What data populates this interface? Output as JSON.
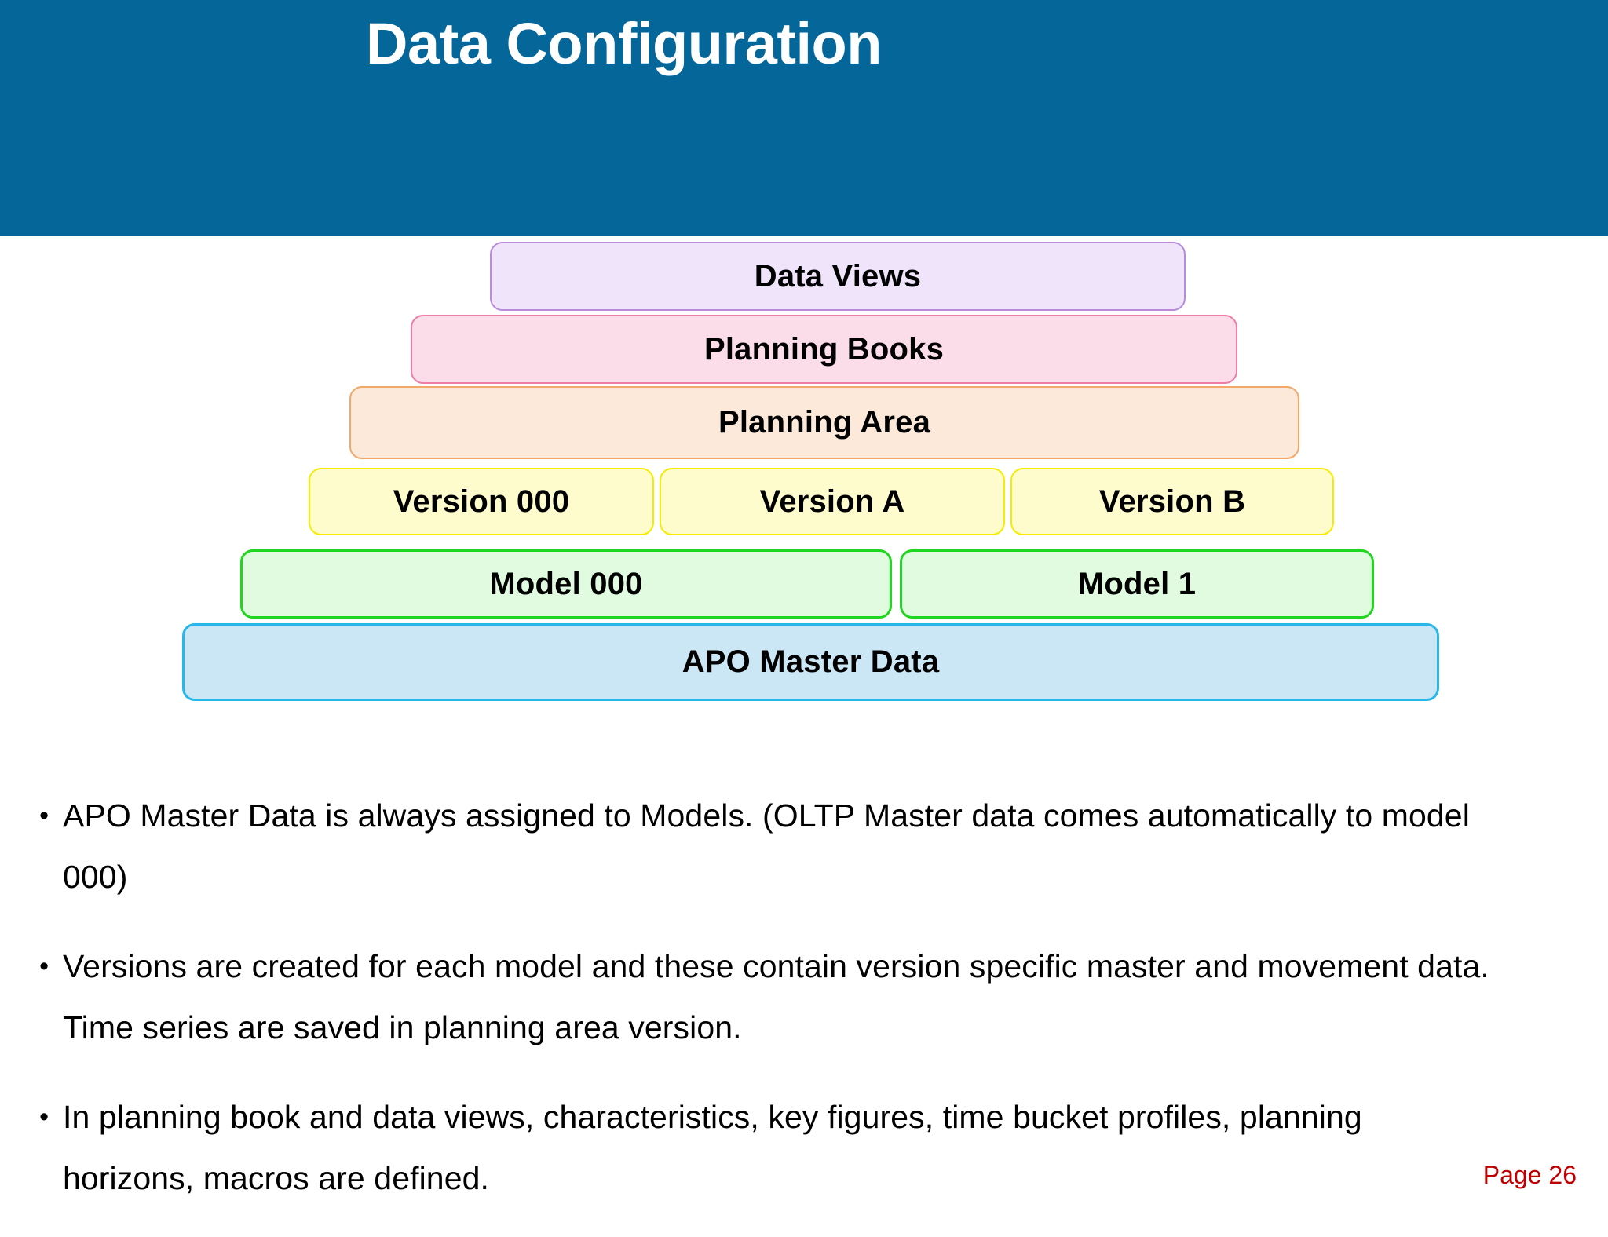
{
  "header": {
    "title": "Data Configuration",
    "background_color": "#056699",
    "title_color": "#ffffff"
  },
  "diagram": {
    "name": "data-configuration-pyramid",
    "levels": [
      {
        "id": "data-views",
        "boxes": [
          {
            "label": "Data Views",
            "fill": "#F0E4FB",
            "border": "#B98BDB"
          }
        ]
      },
      {
        "id": "planning-books",
        "boxes": [
          {
            "label": "Planning Books",
            "fill": "#FBDDEA",
            "border": "#EE7DA8"
          }
        ]
      },
      {
        "id": "planning-area",
        "boxes": [
          {
            "label": "Planning Area",
            "fill": "#FCE9DA",
            "border": "#F3A869"
          }
        ]
      },
      {
        "id": "versions",
        "boxes": [
          {
            "label": "Version 000",
            "fill": "#FEFBCC",
            "border": "#F5ED00"
          },
          {
            "label": "Version A",
            "fill": "#FEFBCC",
            "border": "#F5ED00"
          },
          {
            "label": "Version B",
            "fill": "#FEFBCC",
            "border": "#F5ED00"
          }
        ]
      },
      {
        "id": "models",
        "boxes": [
          {
            "label": "Model 000",
            "fill": "#E0FBE0",
            "border": "#22D522"
          },
          {
            "label": "Model 1",
            "fill": "#E0FBE0",
            "border": "#22D522"
          }
        ]
      },
      {
        "id": "apo-master-data",
        "boxes": [
          {
            "label": "APO Master Data",
            "fill": "#CBE7F5",
            "border": "#27B7E8"
          }
        ]
      }
    ]
  },
  "bullets": {
    "marker": "•",
    "items": [
      "APO Master Data is always assigned to Models. (OLTP Master data comes automatically to model 000)",
      "Versions are created for each model and these contain version specific master and movement data. Time series are saved in planning area version.",
      "In planning book and data views, characteristics, key figures, time bucket profiles, planning horizons, macros are defined."
    ]
  },
  "footer": {
    "page_label": "Page 26",
    "page_color": "#C00000"
  }
}
